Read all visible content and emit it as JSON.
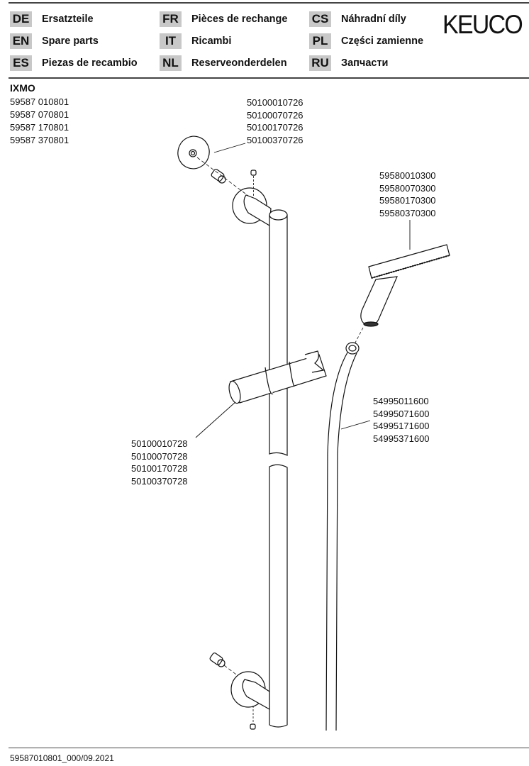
{
  "header": {
    "languages": [
      {
        "code": "DE",
        "label": "Ersatzteile"
      },
      {
        "code": "EN",
        "label": "Spare parts"
      },
      {
        "code": "ES",
        "label": "Piezas de recambio"
      },
      {
        "code": "FR",
        "label": "Pièces de rechange"
      },
      {
        "code": "IT",
        "label": "Ricambi"
      },
      {
        "code": "NL",
        "label": "Reserveonderdelen"
      },
      {
        "code": "CS",
        "label": "Náhradní díly"
      },
      {
        "code": "PL",
        "label": "Części zamienne"
      },
      {
        "code": "RU",
        "label": "Запчасти"
      }
    ],
    "logo": "KEUCO"
  },
  "product": {
    "name": "IXMO",
    "articles": [
      "59587 010801",
      "59587 070801",
      "59587 170801",
      "59587 370801"
    ]
  },
  "parts": {
    "wall_bracket": [
      "50100010726",
      "50100070726",
      "50100170726",
      "50100370726"
    ],
    "hand_shower": [
      "59580010300",
      "59580070300",
      "59580170300",
      "59580370300"
    ],
    "slider": [
      "50100010728",
      "50100070728",
      "50100170728",
      "50100370728"
    ],
    "hose": [
      "54995011600",
      "54995071600",
      "54995171600",
      "54995371600"
    ]
  },
  "footer": {
    "doc_id": "59587010801_000/09.2021"
  }
}
